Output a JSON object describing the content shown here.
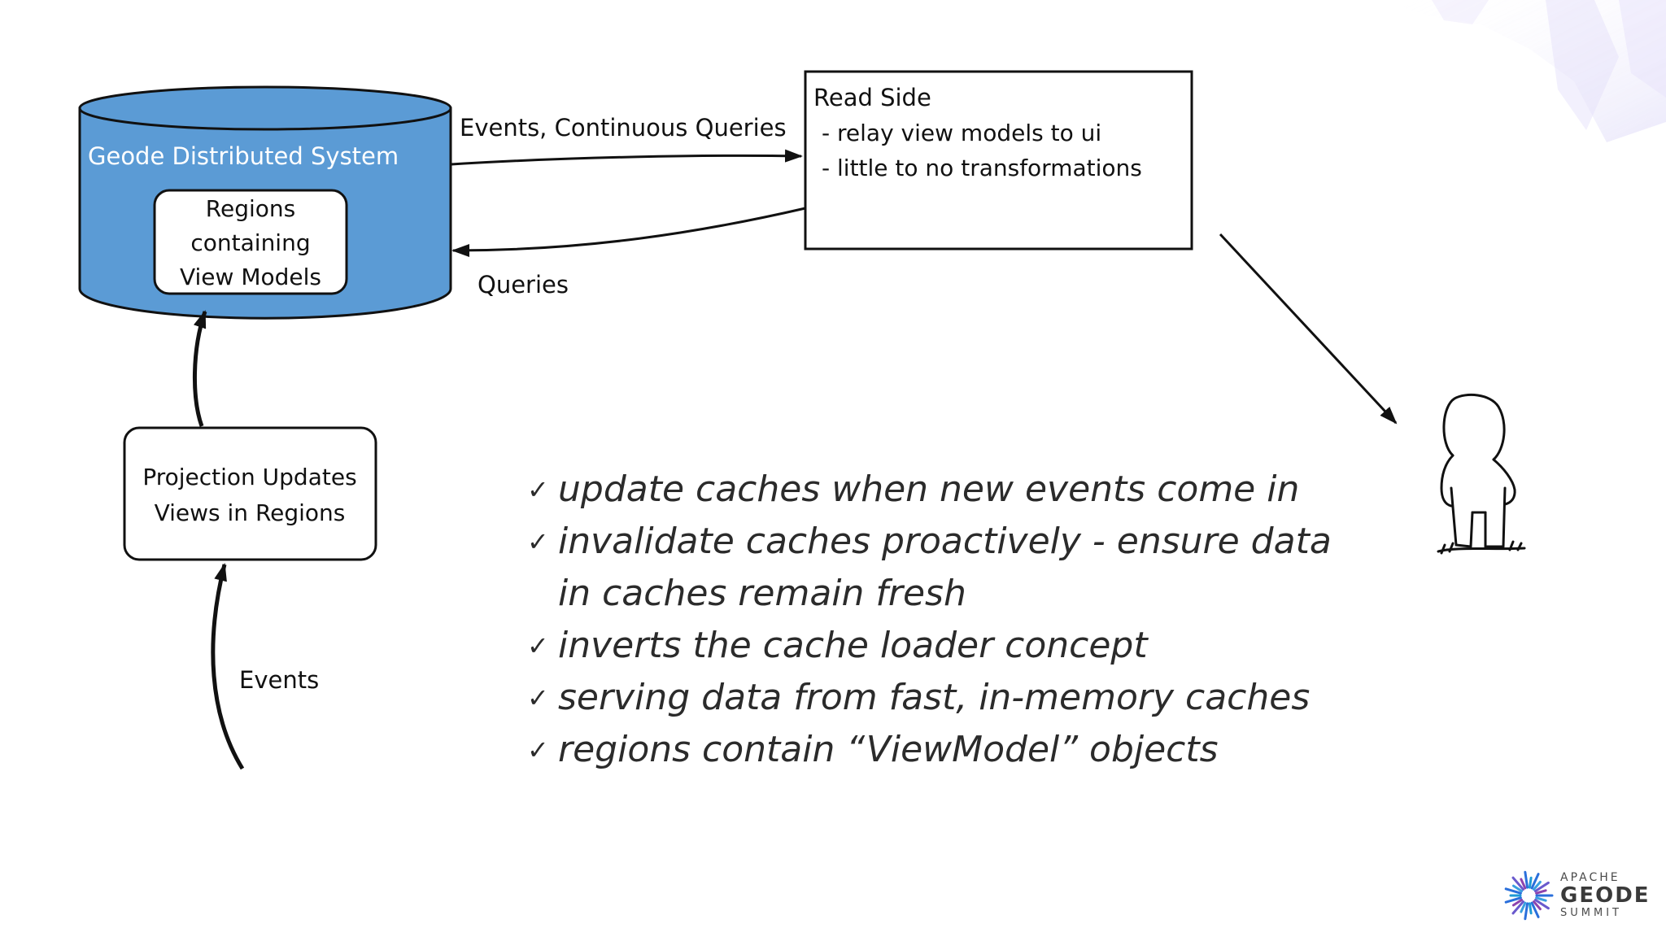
{
  "diagram": {
    "geode_system": {
      "title": "Geode Distributed System",
      "fill_color": "#5b9bd5",
      "regions_box": [
        "Regions",
        "containing",
        "View Models"
      ]
    },
    "read_side": {
      "title": "Read Side",
      "lines": [
        "- relay view models to ui",
        "- little to no transformations"
      ]
    },
    "projection_box": [
      "Projection Updates",
      "Views in Regions"
    ],
    "edges": {
      "events_cq": "Events, Continuous Queries",
      "queries": "Queries",
      "events": "Events"
    }
  },
  "bullets": [
    {
      "check": "✓",
      "lines": [
        "update caches when new events come in"
      ]
    },
    {
      "check": "✓",
      "lines": [
        "invalidate caches proactively - ensure data",
        "in caches remain fresh"
      ]
    },
    {
      "check": "✓",
      "lines": [
        "inverts the cache loader concept"
      ]
    },
    {
      "check": "✓",
      "lines": [
        "serving data from fast, in-memory caches"
      ]
    },
    {
      "check": "✓",
      "lines": [
        "regions contain “ViewModel” objects"
      ]
    }
  ],
  "logo": {
    "line1": "APACHE",
    "line2": "GEODE",
    "line3": "SUMMIT"
  }
}
